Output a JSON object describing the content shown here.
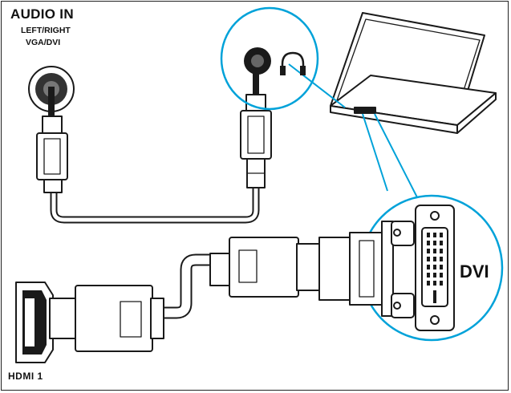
{
  "labels": {
    "audio_in": "AUDIO IN",
    "left_right": "LEFT/RIGHT",
    "vga_dvi": "VGA/DVI",
    "dvi": "DVI",
    "hdmi": "HDMI 1"
  },
  "colors": {
    "callout": "#00a2d9",
    "line": "#1a1a1a",
    "fill": "#ffffff"
  }
}
